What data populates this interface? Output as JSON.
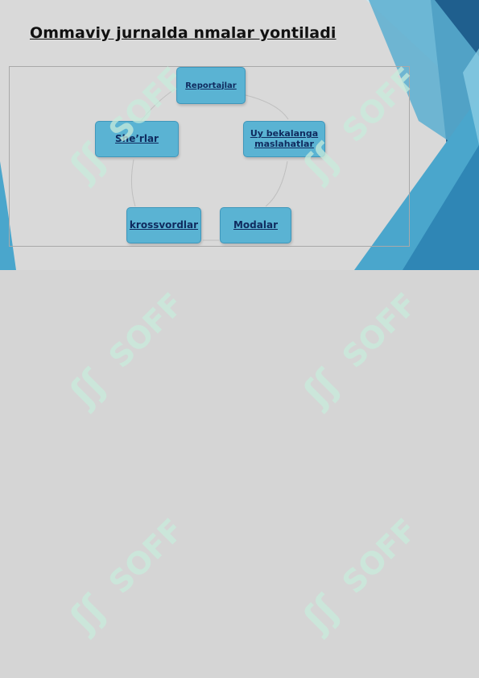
{
  "slide": {
    "title": "Ommaviy jurnalda nmalar yontiladi"
  },
  "diagram": {
    "nodes": [
      {
        "label": "Reportajlar"
      },
      {
        "label": "Uy bekalanga maslahatlar"
      },
      {
        "label": "Modalar"
      },
      {
        "label": "krossvordlar"
      },
      {
        "label": "She’rlar"
      }
    ]
  },
  "watermark": {
    "text": "SOFF",
    "color": "#c8ecdc"
  },
  "colors": {
    "node_fill": "#5ab3d3",
    "node_text": "#0f2a5e",
    "accent_dark": "#1d5e8c",
    "accent_light": "#6cc2dc"
  }
}
